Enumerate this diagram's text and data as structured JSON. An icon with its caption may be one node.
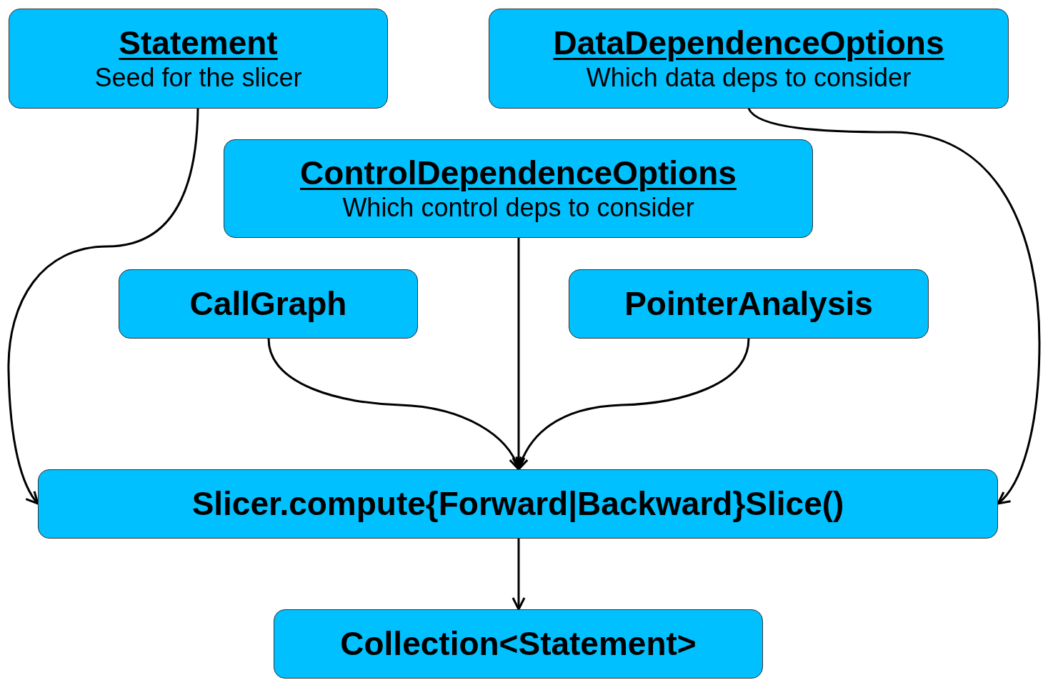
{
  "diagram": {
    "nodes": [
      {
        "text": [
          "Statement",
          "Seed for the slicer"
        ]
      },
      {
        "text": [
          "DataDependenceOptions",
          "Which data deps to consider"
        ]
      },
      {
        "text": [
          "ControlDependenceOptions",
          "Which control deps to consider"
        ]
      },
      {
        "text": [
          "CallGraph"
        ]
      },
      {
        "text": [
          "PointerAnalysis"
        ]
      },
      {
        "text": [
          "Slicer.compute{Forward|Backward}Slice()"
        ]
      },
      {
        "text": [
          "Collection<Statement>"
        ]
      }
    ],
    "edges": [
      {
        "from": 0,
        "to": 5,
        "arrow": "to"
      },
      {
        "from": 1,
        "to": 5,
        "arrow": "to"
      },
      {
        "from": 2,
        "to": 5,
        "arrow": "to"
      },
      {
        "from": 3,
        "to": 5,
        "arrow": "to"
      },
      {
        "from": 4,
        "to": 5,
        "arrow": "to"
      },
      {
        "from": 5,
        "to": 6,
        "arrow": "to"
      }
    ]
  }
}
